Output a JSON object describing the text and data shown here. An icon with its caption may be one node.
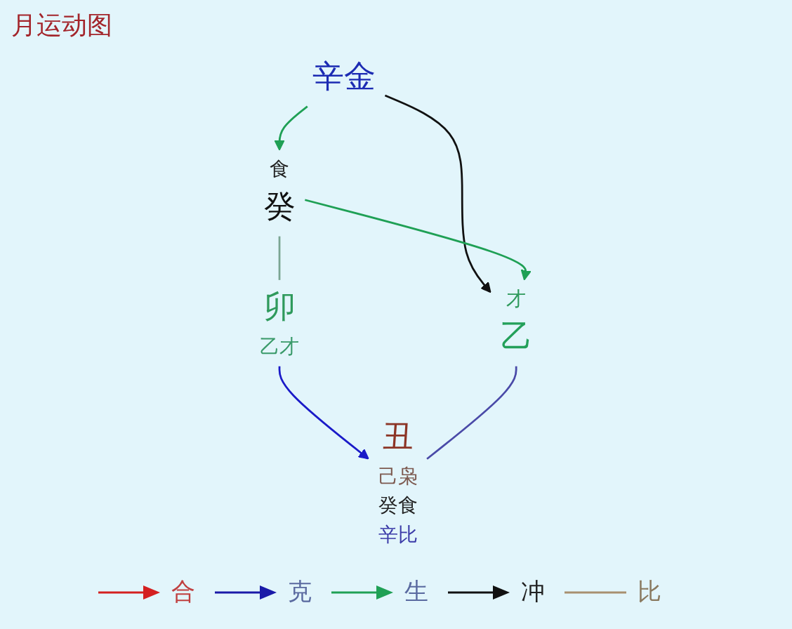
{
  "diagram": {
    "title": "月运动图",
    "nodes": [
      {
        "text": [
          "辛金"
        ]
      },
      {
        "text": [
          "癸"
        ],
        "beside": [
          "食"
        ]
      },
      {
        "text": [
          "乙"
        ],
        "beside": [
          "才"
        ]
      },
      {
        "text": [
          "卯"
        ],
        "beside": [
          "乙才"
        ]
      },
      {
        "text": [
          "丑"
        ],
        "beside": [
          "己枭",
          "癸食",
          "辛比"
        ]
      }
    ],
    "edges": [
      {
        "from": 0,
        "to": 1,
        "arrow": "to",
        "color": "#1fa055"
      },
      {
        "from": 0,
        "to": 2,
        "arrow": "to",
        "color": "#111111"
      },
      {
        "from": 1,
        "to": 2,
        "arrow": "to",
        "color": "#1fa055"
      },
      {
        "from": 3,
        "to": 4,
        "arrow": "to",
        "color": "#1a1ac8"
      },
      {
        "from": 1,
        "to": 3,
        "arrow": "none",
        "color": "#7aa592"
      },
      {
        "from": 2,
        "to": 4,
        "arrow": "none",
        "color": "#4a4aa8"
      }
    ],
    "legend": [
      {
        "text": "合"
      },
      {
        "text": "克"
      },
      {
        "text": "生"
      },
      {
        "text": "冲"
      },
      {
        "text": "比"
      }
    ]
  }
}
